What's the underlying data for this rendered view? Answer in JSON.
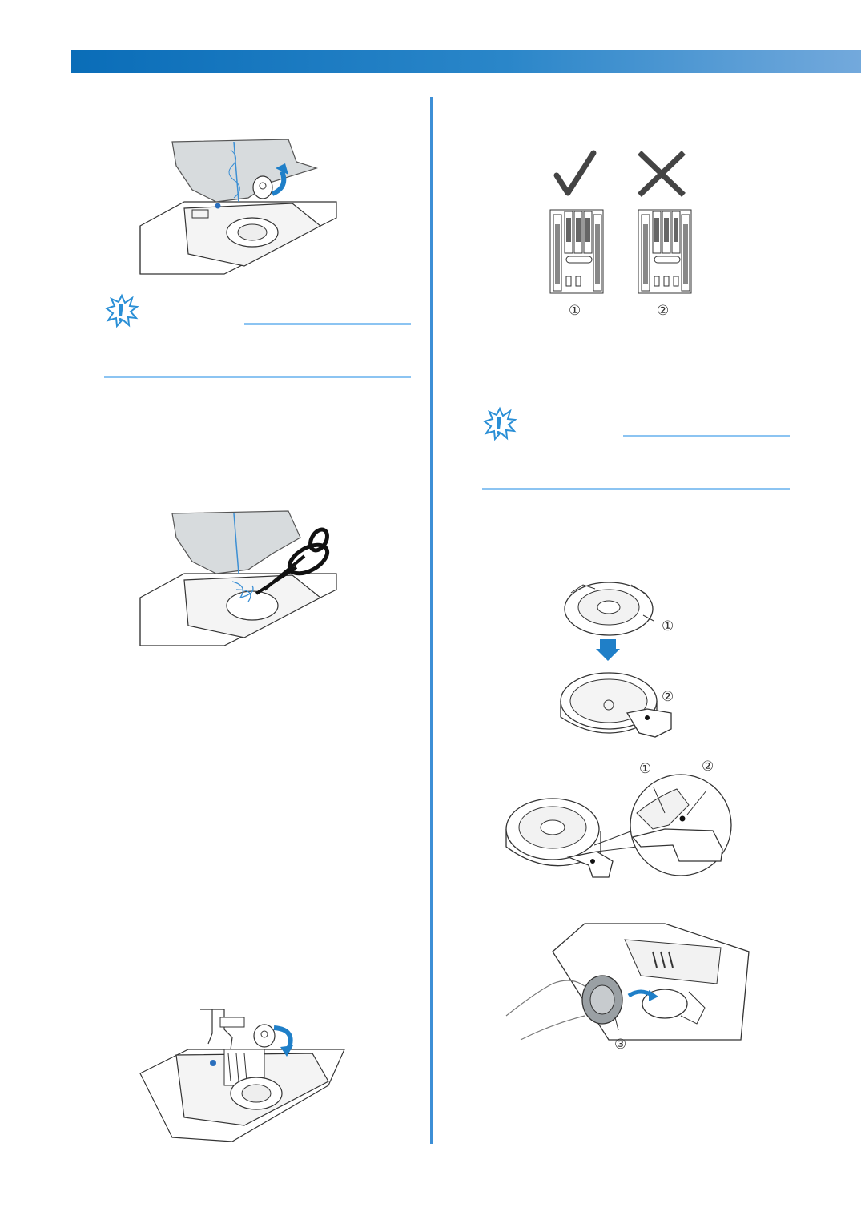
{
  "colors": {
    "header_start": "#0a6db8",
    "header_end": "#73a9dc",
    "divider": "#3d8fd6",
    "note_rule": "#8cc4f2",
    "accent": "#2a8fd6"
  },
  "icons": {
    "note": "note-burst-icon",
    "correct": "check-mark-icon",
    "incorrect": "cross-mark-icon"
  },
  "feed_dogs_figure": {
    "callout_1": "①",
    "callout_2": "②"
  },
  "bobbin_case_figure": {
    "callout_1": "①",
    "callout_2": "②"
  },
  "bobbin_case_detail_figure": {
    "callout_1": "①",
    "callout_2": "②"
  },
  "hook_insert_figure": {
    "callout_3": "③"
  }
}
